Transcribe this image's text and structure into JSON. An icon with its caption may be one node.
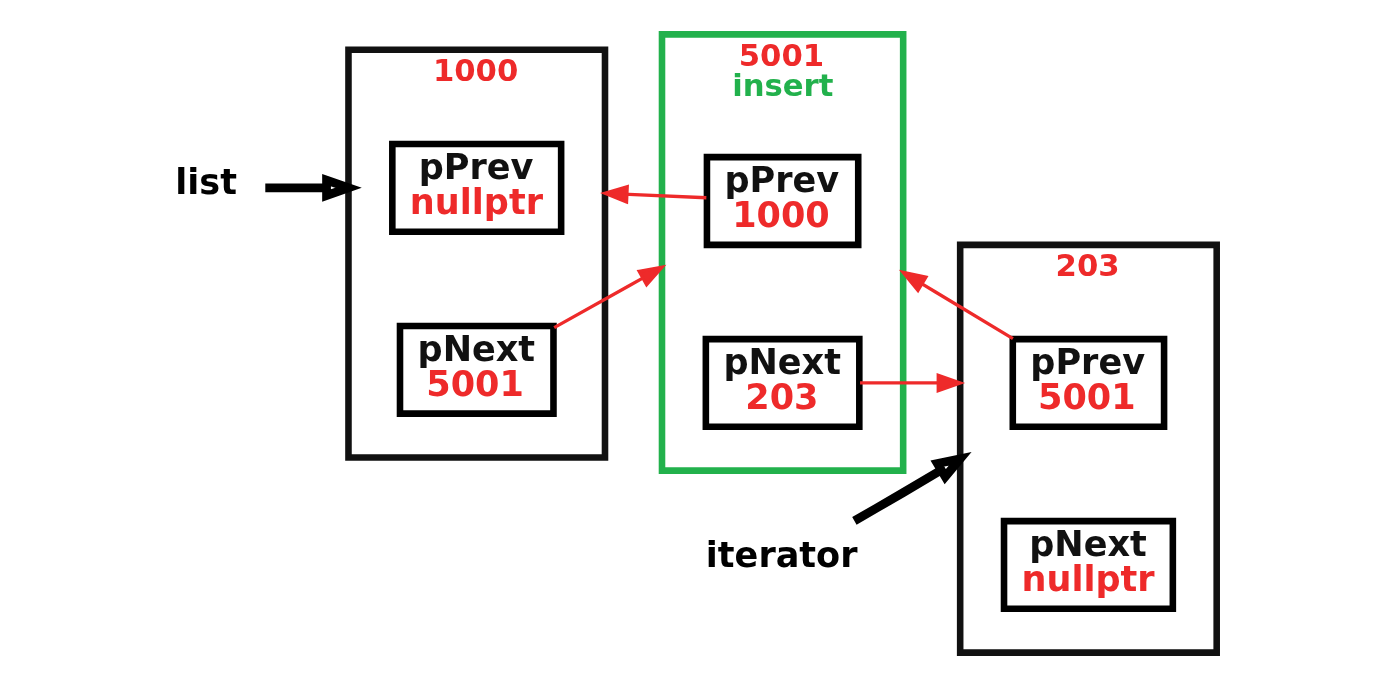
{
  "diagram": {
    "nodes": [
      {
        "text": [
          "list"
        ]
      },
      {
        "text": [
          "1000"
        ]
      },
      {
        "text": [
          "pPrev",
          "nullptr"
        ],
        "in": 1
      },
      {
        "text": [
          "pNext",
          "5001"
        ],
        "in": 1
      },
      {
        "text": [
          "5001",
          "insert"
        ]
      },
      {
        "text": [
          "pPrev",
          "1000"
        ],
        "in": 4
      },
      {
        "text": [
          "pNext",
          "203"
        ],
        "in": 4
      },
      {
        "text": [
          "iterator"
        ]
      },
      {
        "text": [
          "203"
        ]
      },
      {
        "text": [
          "pPrev",
          "5001"
        ],
        "in": 8
      },
      {
        "text": [
          "pNext",
          "nullptr"
        ],
        "in": 8
      }
    ],
    "edges": [
      {
        "from": 0,
        "to": 1,
        "arrow": "to",
        "style": "thick",
        "color": "#000000"
      },
      {
        "from": 3,
        "to": 4,
        "arrow": "to"
      },
      {
        "from": 5,
        "to": 1,
        "arrow": "to"
      },
      {
        "from": 6,
        "to": 8,
        "arrow": "to"
      },
      {
        "from": 9,
        "to": 4,
        "arrow": "to"
      },
      {
        "from": 7,
        "to": 8,
        "arrow": "to",
        "style": "thick",
        "color": "#000000"
      }
    ]
  }
}
